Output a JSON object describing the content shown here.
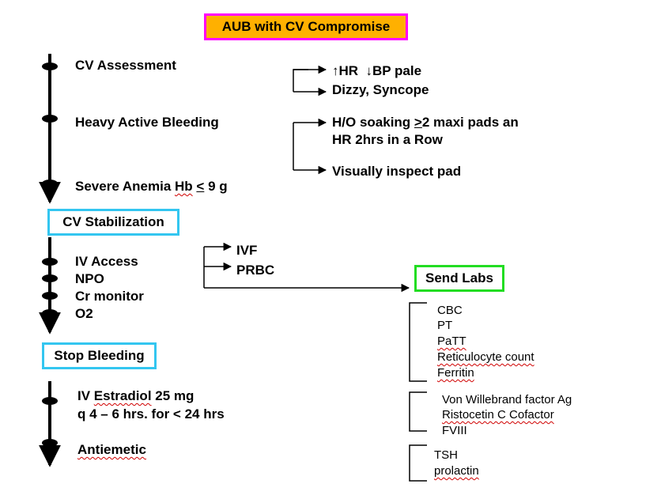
{
  "title": "AUB with CV Compromise",
  "colors": {
    "title_bg": "#ffb000",
    "title_border": "#ff00ff",
    "stage_border": "#33c6f0",
    "labs_border": "#22dd22",
    "squiggle": "#d00000"
  },
  "stage1": {
    "cv_assessment": "CV Assessment",
    "heavy_bleeding": "Heavy Active Bleeding",
    "anemia_prefix": "Severe Anemia ",
    "anemia_hb": "Hb",
    "anemia_le": "<",
    "anemia_suffix": " 9 g",
    "signs": {
      "hr_arrow": "↑",
      "hr": "HR",
      "bp_arrow": "↓",
      "bp": "BP pale",
      "dizzy": "Dizzy, Syncope"
    },
    "bleeding_detail": {
      "line1_a": "H/O soaking ",
      "line1_ge": ">",
      "line1_b": "2 maxi pads an",
      "line2": "HR 2hrs in a Row",
      "inspect": "Visually inspect pad"
    }
  },
  "stage2": {
    "label": "CV Stabilization",
    "items": [
      "IV Access",
      "NPO",
      "Cr monitor",
      "O2"
    ],
    "ivf": "IVF",
    "prbc": "PRBC",
    "send_labs": "Send Labs",
    "labs_group1": [
      "CBC",
      "PT",
      "PaTT",
      "Reticulocyte count",
      "Ferritin"
    ],
    "labs_group2": [
      "Von Willebrand factor Ag",
      "Ristocetin C Cofactor",
      "FVIII"
    ],
    "labs_group3": [
      "TSH",
      "prolactin"
    ]
  },
  "stage3": {
    "label": "Stop Bleeding",
    "estradiol_prefix": "IV ",
    "estradiol_name": "Estradiol",
    "estradiol_dose": " 25 mg",
    "frequency": "q 4 – 6 hrs. for < 24 hrs",
    "antiemetic": "Antiemetic"
  }
}
